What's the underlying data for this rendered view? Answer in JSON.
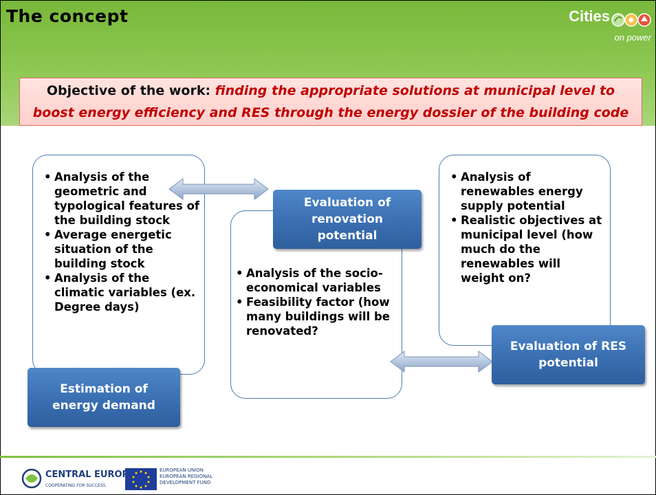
{
  "slide": {
    "title": "The concept",
    "logo": {
      "name": "Cities",
      "tagline": "on power"
    }
  },
  "objective": {
    "lead": "Objective of the work: ",
    "line1": "finding the appropriate solutions at municipal level to",
    "line2": "boost energy efficiency and RES  through the energy dossier of the building code"
  },
  "panels": {
    "left": {
      "bullets": [
        "Analysis of the geometric and typological features of the building stock",
        "Average energetic situation of the building stock",
        " Analysis of the climatic variables (ex. Degree days)"
      ]
    },
    "middle": {
      "bullets": [
        "Analysis of the socio-economical variables",
        "Feasibility factor (how many buildings will be renovated?"
      ]
    },
    "right": {
      "bullets": [
        "Analysis of renewables energy supply potential",
        "Realistic objectives at municipal level (how much do the renewables will weight on?"
      ]
    }
  },
  "boxes": {
    "demand": "Estimation of energy demand",
    "renovation": "Evaluation of renovation potential",
    "res": "Evaluation of RES potential"
  },
  "footer": {
    "central_europe": "CENTRAL EUROPE",
    "central_europe_tag": "COOPERATING FOR SUCCESS.",
    "eu_text": "EUROPEAN UNION EUROPEAN REGIONAL DEVELOPMENT FUND"
  },
  "colors": {
    "header_green": "#8ec853",
    "box_blue": "#3a6fb2",
    "objective_red": "#c00000",
    "objective_bg": "#ffd8d4"
  }
}
